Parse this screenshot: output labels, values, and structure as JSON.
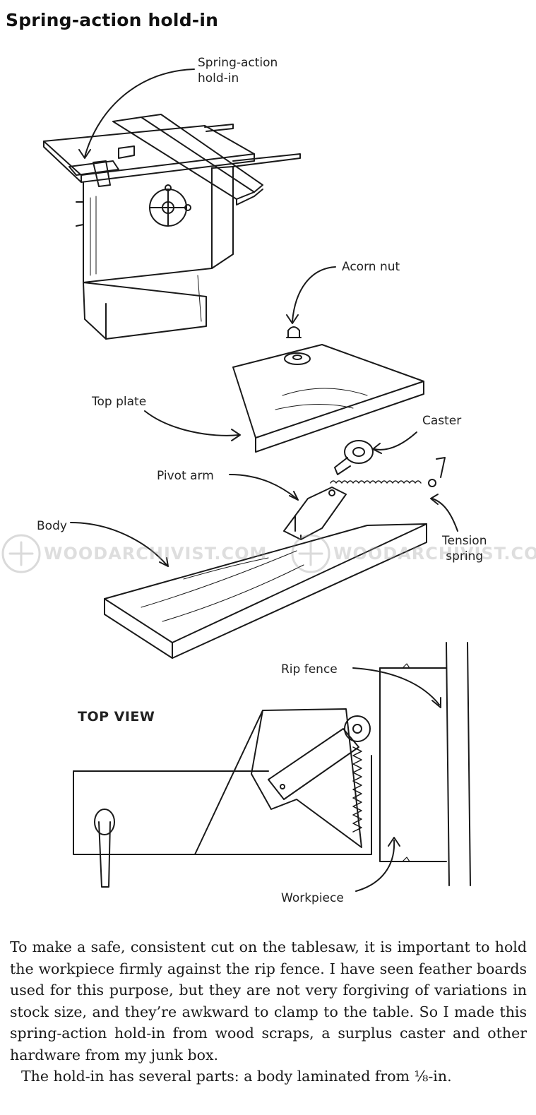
{
  "title": "Spring-action hold-in",
  "labels": {
    "spring_action_hold_in": "Spring-action\nhold-in",
    "acorn_nut": "Acorn nut",
    "top_plate": "Top plate",
    "caster": "Caster",
    "pivot_arm": "Pivot arm",
    "body": "Body",
    "tension_spring": "Tension\nspring",
    "rip_fence": "Rip fence",
    "top_view": "TOP VIEW",
    "workpiece": "Workpiece"
  },
  "watermark": "WOODARCHIVIST.COM",
  "paragraphs": [
    "To make a safe, consistent cut on the tablesaw, it is important to hold the workpiece firmly against the rip fence. I have seen feather boards used for this purpose, but they are not very forgiving of variations in stock size, and they’re awkward to clamp to the table. So I made this spring-action hold-in from wood scraps, a surplus caster and other hardware from my junk box.",
    "The hold-in has several parts: a body laminated from ⅛-in."
  ]
}
